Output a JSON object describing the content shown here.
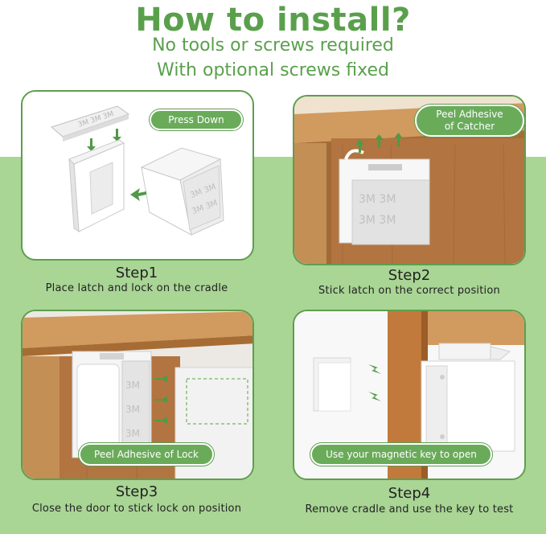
{
  "header": {
    "title": "How to install?",
    "subtitle_line1": "No tools or screws required",
    "subtitle_line2": "With optional screws fixed"
  },
  "steps": [
    {
      "title": "Step1",
      "description": "Place latch and lock on the cradle",
      "callout": "Press Down"
    },
    {
      "title": "Step2",
      "description": "Stick latch on the correct position",
      "callout_line1": "Peel Adhesive",
      "callout_line2": "of Catcher"
    },
    {
      "title": "Step3",
      "description": "Close the door to stick lock on position",
      "callout": "Peel Adhesive of Lock"
    },
    {
      "title": "Step4",
      "description": "Remove cradle and use the key to test",
      "callout": "Use your magnetic key to open"
    }
  ],
  "tape_marking": "3M",
  "colors": {
    "brand_green": "#5aa04c",
    "pill_green": "#6aab5a",
    "background_green": "#a9d595",
    "wood": "#c48f55",
    "wood_dark": "#8a5a2a"
  }
}
